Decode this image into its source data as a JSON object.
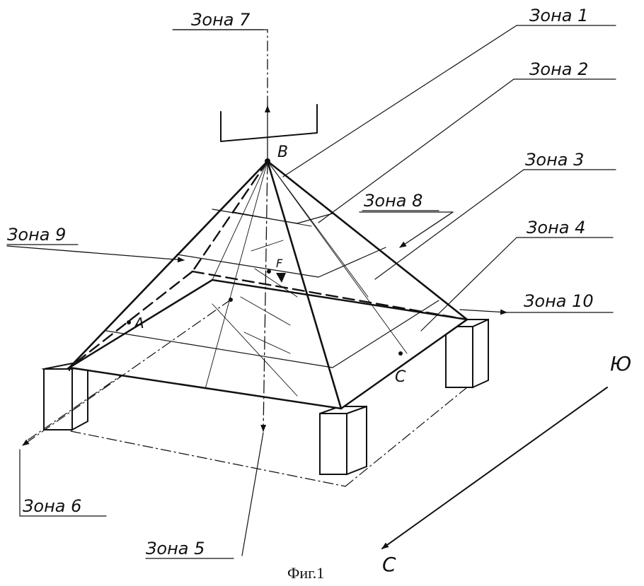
{
  "zones": {
    "z1": "Зона 1",
    "z2": "Зона 2",
    "z3": "Зона 3",
    "z4": "Зона 4",
    "z5": "Зона 5",
    "z6": "Зона 6",
    "z7": "Зона 7",
    "z8": "Зона 8",
    "z9": "Зона 9",
    "z10": "Зона 10"
  },
  "points": {
    "apex": "B",
    "corner": "A",
    "edge": "C",
    "focus": "F"
  },
  "direction": {
    "north_side": "Ю",
    "south_side": "С"
  },
  "caption": "Фиг.1"
}
